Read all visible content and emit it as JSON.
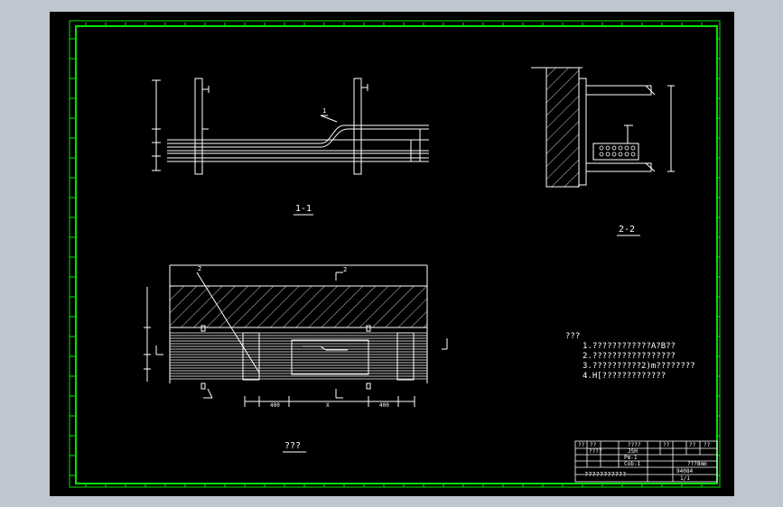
{
  "views": {
    "section_1_1": "1-1",
    "section_2_2": "2-2",
    "plan": "???"
  },
  "callouts": {
    "item_1": "1",
    "item_2": "2",
    "cut_mark": "2"
  },
  "dims": {
    "left_a": "400",
    "mid_a": "X",
    "right_a": "400"
  },
  "notes": {
    "heading": "???",
    "lines": [
      "1.????????????A?B??",
      "2.?????????????????",
      "3.??????????2)m????????",
      "4.H[?????????????"
    ]
  },
  "title_block": {
    "row0": [
      "??",
      "??",
      "????",
      "??",
      "??",
      "??"
    ],
    "row1": [
      "????",
      "JSH"
    ],
    "row2": [
      "Pm-1"
    ],
    "row3": [
      "Cob-1"
    ],
    "scale": "???8mm",
    "drawing_name": "???????????",
    "code": "94084",
    "sheet": "1/1"
  },
  "colors": {
    "border": "#00e400",
    "line": "#ffffff",
    "background": "#000000"
  }
}
